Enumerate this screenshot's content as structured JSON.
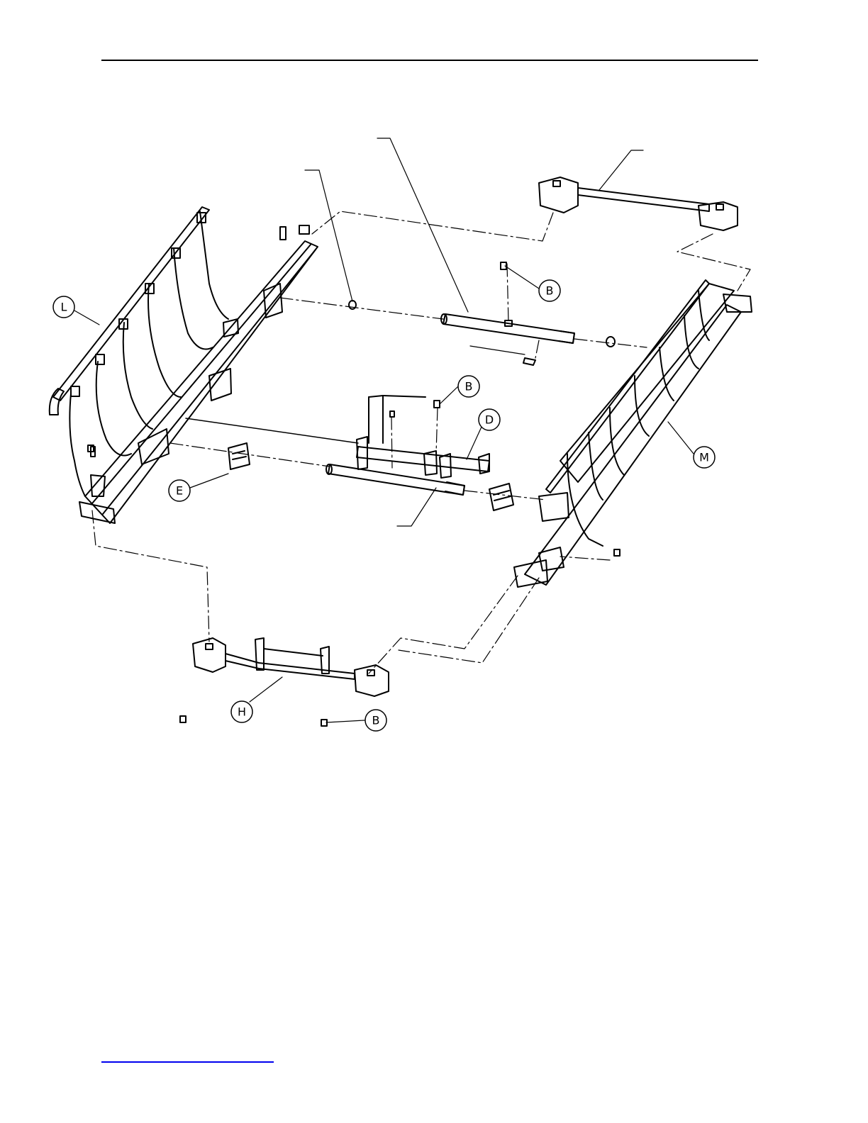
{
  "diagram": {
    "callouts": [
      {
        "id": "L",
        "label": "L"
      },
      {
        "id": "B1",
        "label": "B"
      },
      {
        "id": "B2",
        "label": "B"
      },
      {
        "id": "D",
        "label": "D"
      },
      {
        "id": "M",
        "label": "M"
      },
      {
        "id": "E",
        "label": "E"
      },
      {
        "id": "H",
        "label": "H"
      },
      {
        "id": "B3",
        "label": "B"
      }
    ]
  }
}
